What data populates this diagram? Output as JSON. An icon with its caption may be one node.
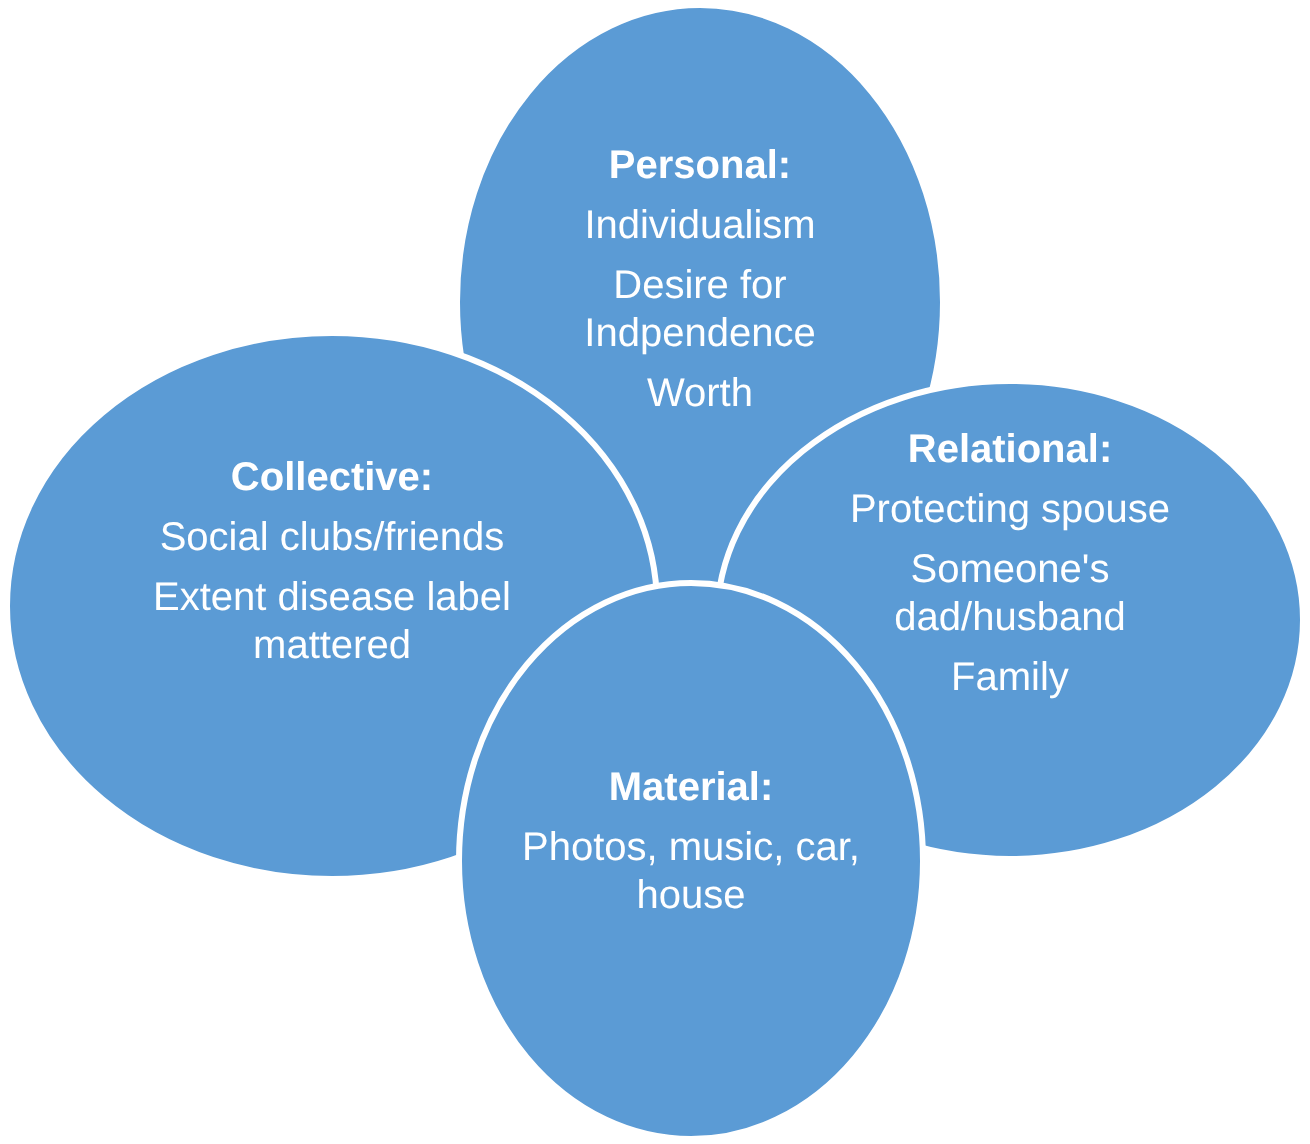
{
  "diagram": {
    "nodes": [
      {
        "text": [
          "Personal:",
          "Individualism",
          "Desire for Indpendence",
          "Worth"
        ]
      },
      {
        "text": [
          "Collective:",
          "Social clubs/friends",
          "Extent disease label mattered"
        ]
      },
      {
        "text": [
          "Relational:",
          "Protecting spouse",
          "Someone's dad/husband",
          "Family"
        ]
      },
      {
        "text": [
          "Material:",
          "Photos, music, car, house"
        ]
      }
    ]
  }
}
